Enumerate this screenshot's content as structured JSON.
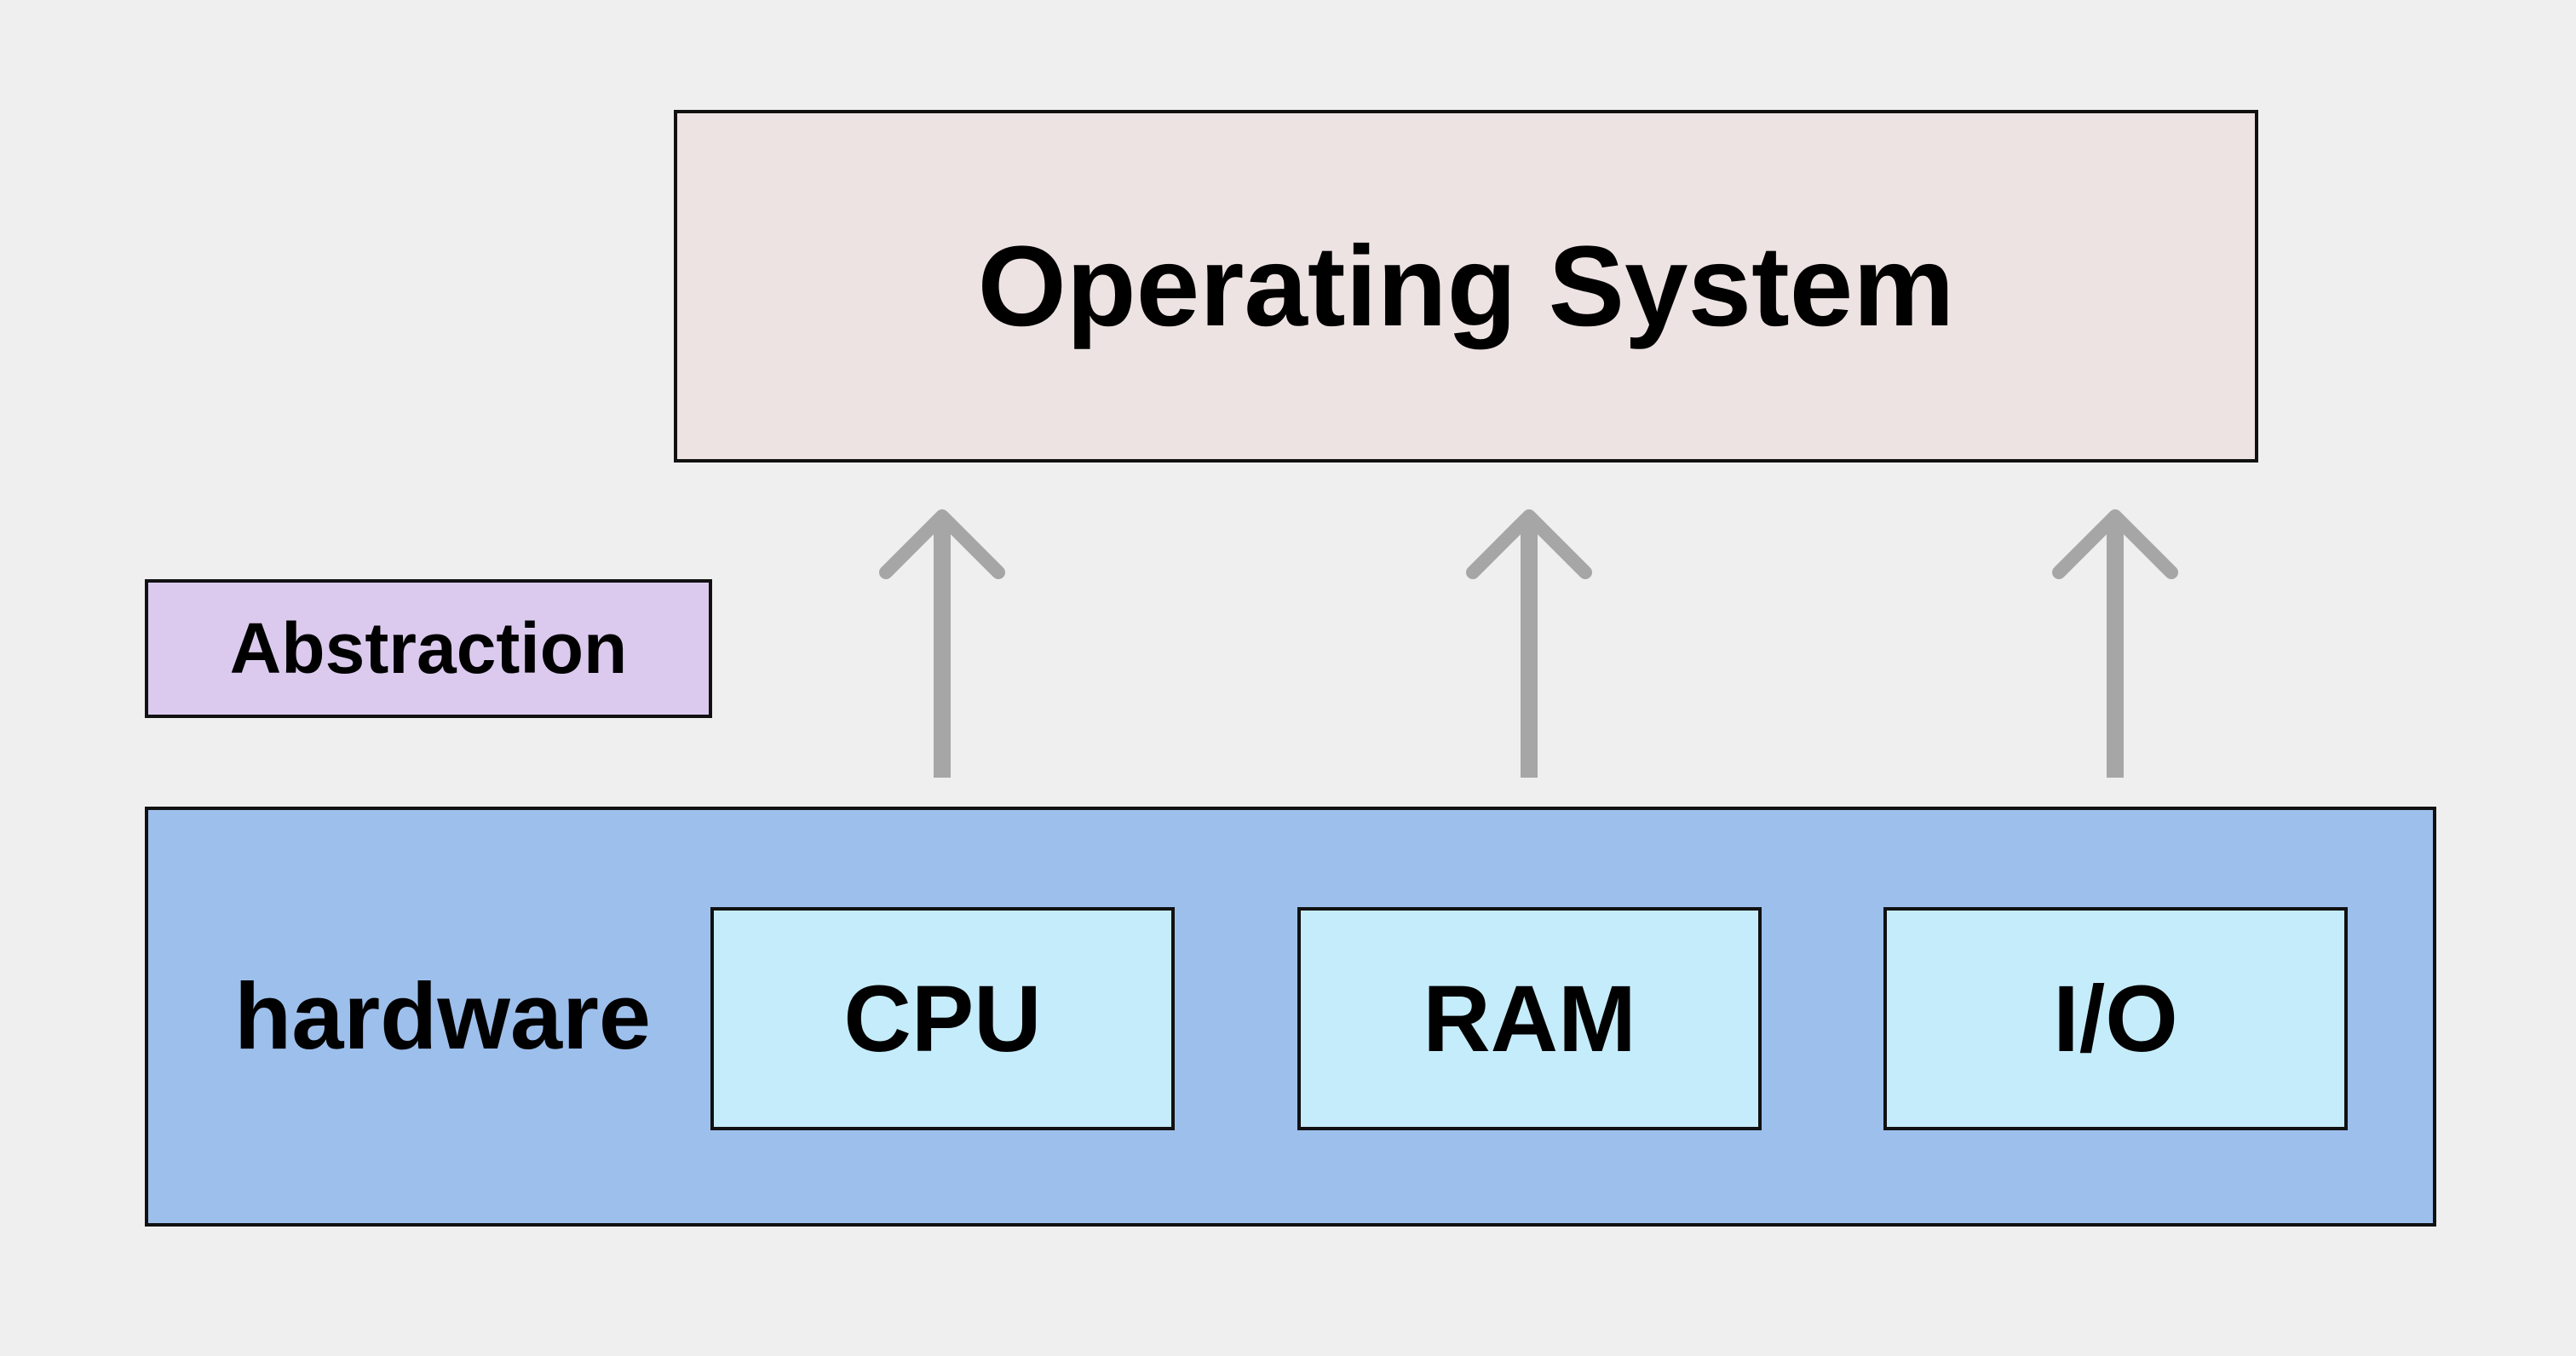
{
  "os": {
    "label": "Operating System"
  },
  "abstraction": {
    "label": "Abstraction"
  },
  "hardware": {
    "label": "hardware",
    "components": [
      {
        "label": "CPU"
      },
      {
        "label": "RAM"
      },
      {
        "label": "I/O"
      }
    ]
  },
  "colors": {
    "background": "#efefef",
    "os_fill": "#ede3e2",
    "abstraction_fill": "#dbcaee",
    "hardware_fill": "#9dbfec",
    "component_fill": "#c5ecfa",
    "arrow": "#a6a6a6",
    "border": "#111111"
  }
}
